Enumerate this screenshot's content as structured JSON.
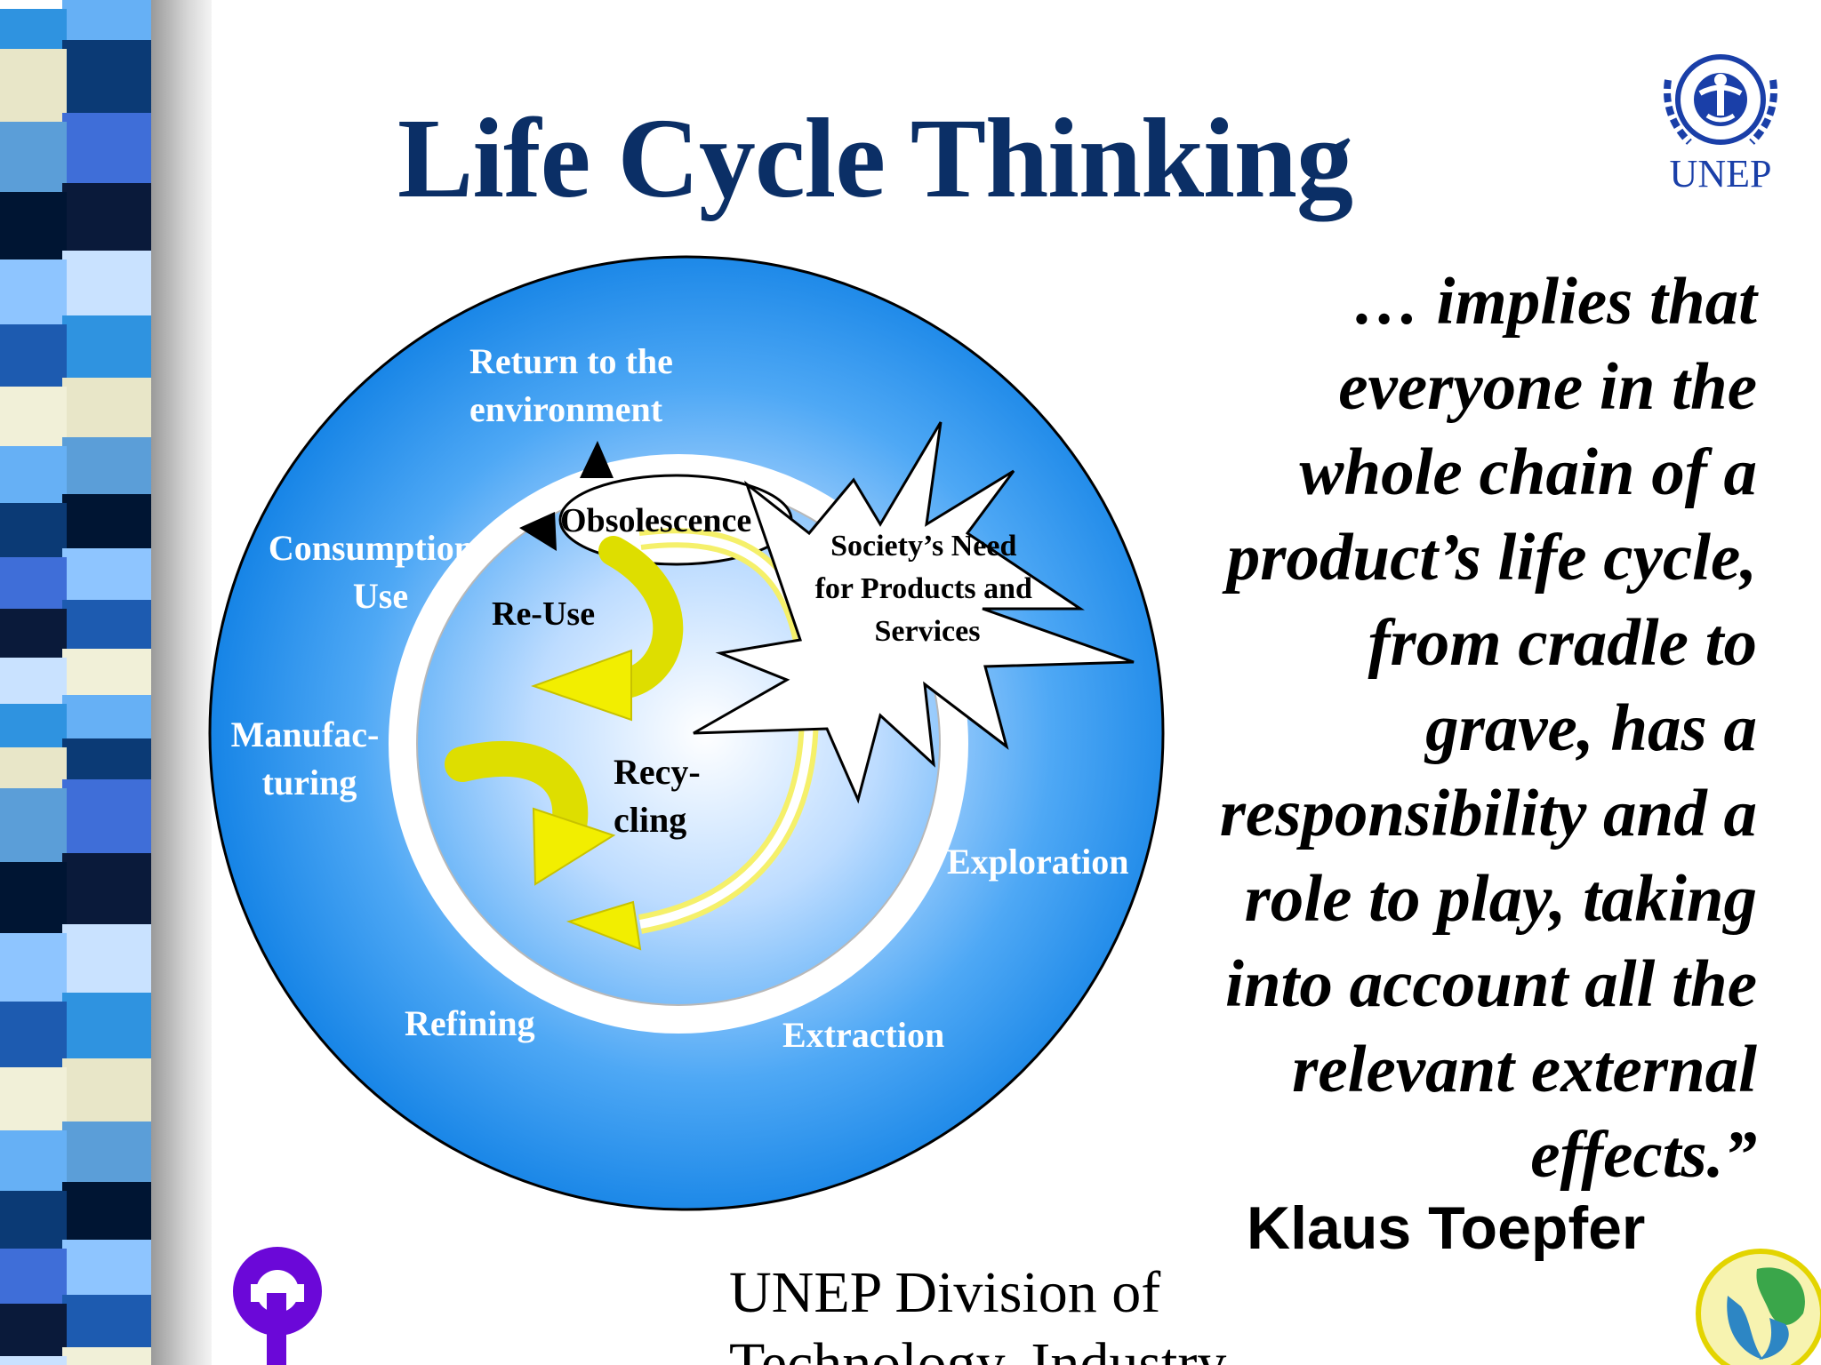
{
  "slide": {
    "title": "Life Cycle Thinking",
    "logo_text": "UNEP"
  },
  "diagram": {
    "return_label": [
      "Return to the",
      "environment"
    ],
    "consumption_label": [
      "Consumption/",
      "Use"
    ],
    "manufacturing_label": [
      "Manufac-",
      "turing"
    ],
    "refining_label": "Refining",
    "extraction_label": "Extraction",
    "exploration_label": "Exploration",
    "obsolescence_label": "Obsolescence",
    "reuse_label": "Re-Use",
    "recycling_label": [
      "Recy-",
      "cling"
    ],
    "society_label": [
      "Society’s Need",
      "for Products and",
      "Services"
    ]
  },
  "quote": {
    "lines": [
      "… implies that",
      "everyone in the",
      "whole chain of a",
      "product’s life cycle,",
      "from cradle to",
      "grave, has a",
      "responsibility and a",
      "role to play, taking",
      "into account all the",
      "relevant external",
      "effects.”"
    ],
    "author": "Klaus Toepfer"
  },
  "footer": {
    "division_lines": [
      "UNEP Division of",
      "Technology, Industry"
    ]
  },
  "colors": {
    "title": "#0b2f66",
    "circle_outer": "#1a86e8",
    "circle_center": "#ffffff",
    "arrow_yellow": "#f2ee00",
    "logo_purple": "#6b08d8"
  }
}
